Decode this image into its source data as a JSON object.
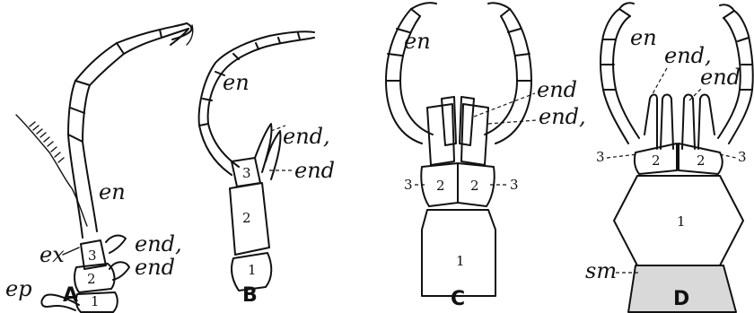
{
  "figures": [
    {
      "caption": "A",
      "labels": {
        "en": "en",
        "ex": "ex",
        "end1": "end,",
        "end": "end",
        "ep": "ep"
      },
      "segments": [
        "3",
        "2",
        "1"
      ]
    },
    {
      "caption": "B",
      "labels": {
        "en": "en",
        "end1": "end,",
        "end": "end"
      },
      "segments": [
        "3",
        "2",
        "1"
      ]
    },
    {
      "caption": "C",
      "labels": {
        "en": "en",
        "end": "end",
        "end1": "end,",
        "three_left": "3",
        "three_right": "3"
      },
      "segments": [
        "2",
        "2",
        "1"
      ]
    },
    {
      "caption": "D",
      "labels": {
        "en": "en",
        "end1": "end,",
        "end": "end",
        "three_left": "3",
        "three_right": "3",
        "sm": "sm"
      },
      "segments": [
        "2",
        "2",
        "1"
      ]
    }
  ]
}
